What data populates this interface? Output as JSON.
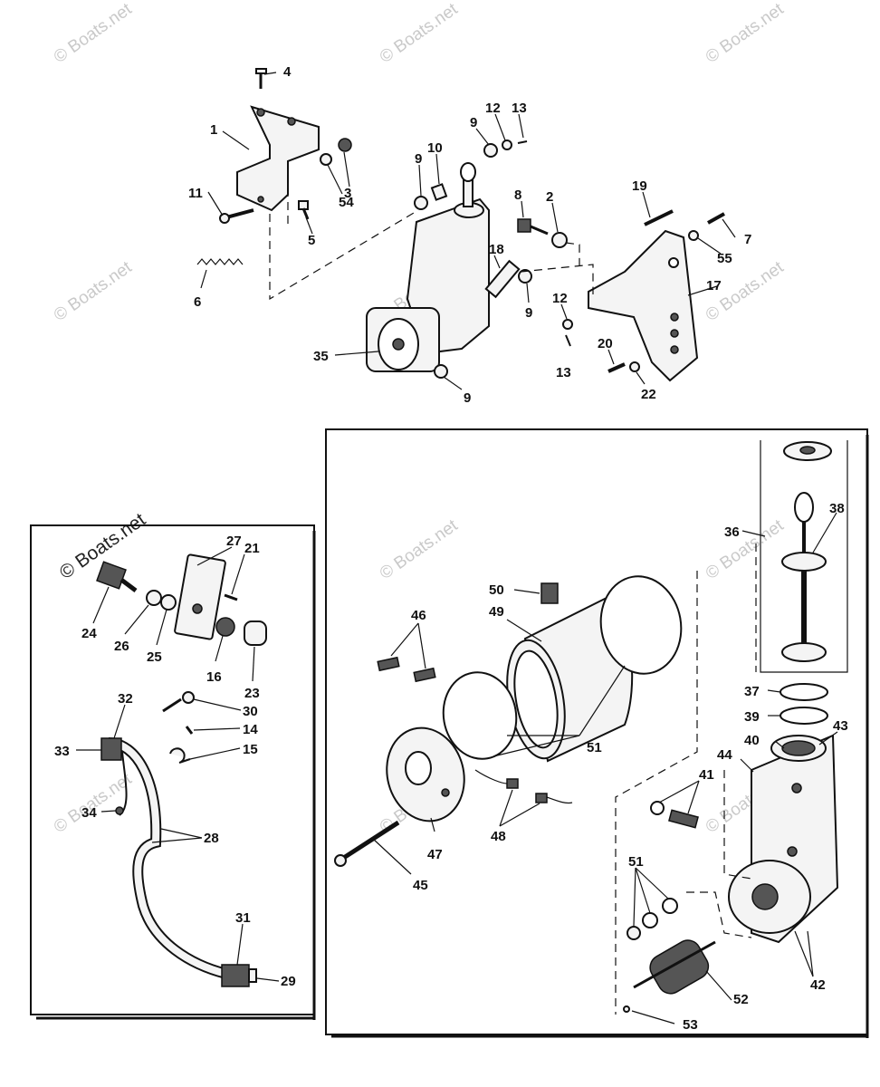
{
  "watermarks": [
    {
      "text": "© Boats.net"
    },
    {
      "text": "© Boats.net"
    },
    {
      "text": "© Boats.net"
    },
    {
      "text": "© Boats.net"
    },
    {
      "text": "© Boats.net"
    },
    {
      "text": "© Boats.net"
    },
    {
      "text": "© Boats.net"
    },
    {
      "text": "© Boats.net"
    },
    {
      "text": "© Boats.net"
    },
    {
      "text": "© Boats.net"
    },
    {
      "text": "© Boats.net"
    },
    {
      "text": "© Boats.net"
    }
  ],
  "callouts": {
    "c1": "1",
    "c2": "2",
    "c3": "3",
    "c4": "4",
    "c5": "5",
    "c6": "6",
    "c7": "7",
    "c8": "8",
    "c9a": "9",
    "c9b": "9",
    "c9c": "9",
    "c9d": "9",
    "c10": "10",
    "c11": "11",
    "c12a": "12",
    "c12b": "12",
    "c13a": "13",
    "c13b": "13",
    "c14": "14",
    "c15": "15",
    "c16": "16",
    "c17": "17",
    "c18": "18",
    "c19": "19",
    "c20": "20",
    "c21": "21",
    "c22": "22",
    "c23": "23",
    "c24": "24",
    "c25": "25",
    "c26": "26",
    "c27": "27",
    "c28": "28",
    "c29": "29",
    "c30": "30",
    "c31": "31",
    "c32": "32",
    "c33": "33",
    "c34": "34",
    "c35": "35",
    "c36": "36",
    "c37": "37",
    "c38": "38",
    "c39": "39",
    "c40": "40",
    "c41": "41",
    "c42": "42",
    "c43": "43",
    "c44": "44",
    "c45": "45",
    "c46": "46",
    "c47": "47",
    "c48": "48",
    "c49": "49",
    "c50": "50",
    "c51a": "51",
    "c51b": "51",
    "c52": "52",
    "c53": "53",
    "c54": "54",
    "c55": "55"
  }
}
